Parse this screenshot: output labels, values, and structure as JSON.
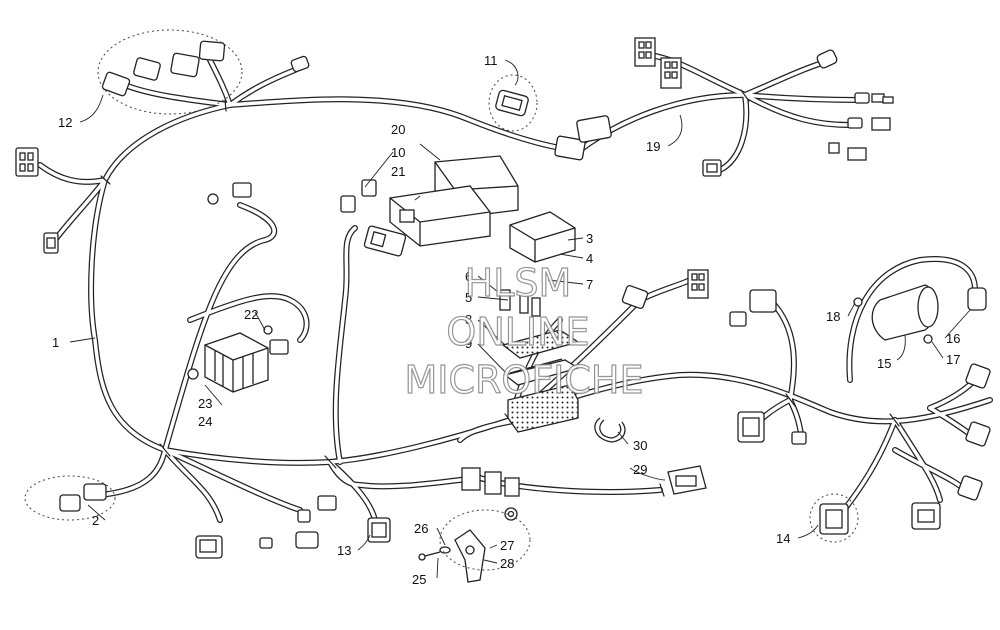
{
  "diagram": {
    "watermark": [
      "HLSM",
      "ONLINE",
      "MICROFICHE"
    ],
    "callouts": [
      "1",
      "2",
      "3",
      "4",
      "5",
      "6",
      "7",
      "8",
      "9",
      "10",
      "11",
      "12",
      "13",
      "14",
      "15",
      "16",
      "17",
      "18",
      "19",
      "20",
      "21",
      "22",
      "23",
      "24",
      "25",
      "26",
      "27",
      "28",
      "29",
      "30"
    ]
  },
  "colors": {
    "line": "#222222",
    "watermark": "#9a9a9a",
    "background": "#ffffff"
  }
}
